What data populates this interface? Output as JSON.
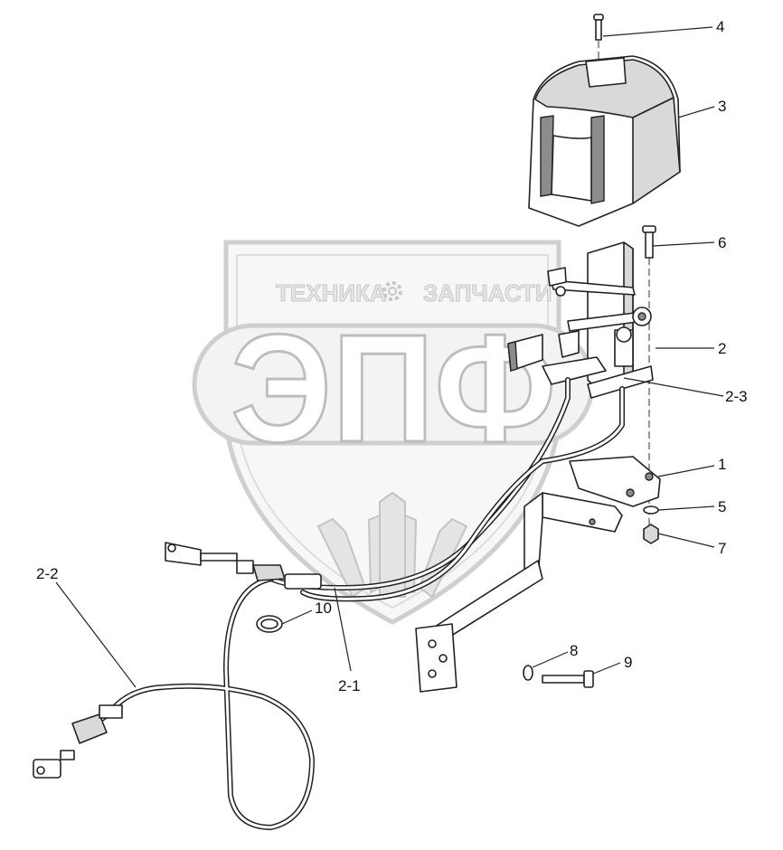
{
  "watermark": {
    "top_left": "ТЕХНИКА",
    "top_right": "ЗАПЧАСТИ",
    "big": "ЭПФ",
    "gear_icon": "gear-icon",
    "crest_icon": "wheat-crest-icon"
  },
  "callouts": [
    {
      "id": "4",
      "label": "4"
    },
    {
      "id": "3",
      "label": "3"
    },
    {
      "id": "6",
      "label": "6"
    },
    {
      "id": "2",
      "label": "2"
    },
    {
      "id": "2-3",
      "label": "2-3"
    },
    {
      "id": "1",
      "label": "1"
    },
    {
      "id": "5",
      "label": "5"
    },
    {
      "id": "7",
      "label": "7"
    },
    {
      "id": "10",
      "label": "10"
    },
    {
      "id": "8",
      "label": "8"
    },
    {
      "id": "9",
      "label": "9"
    },
    {
      "id": "2-2",
      "label": "2-2"
    },
    {
      "id": "2-1",
      "label": "2-1"
    }
  ]
}
